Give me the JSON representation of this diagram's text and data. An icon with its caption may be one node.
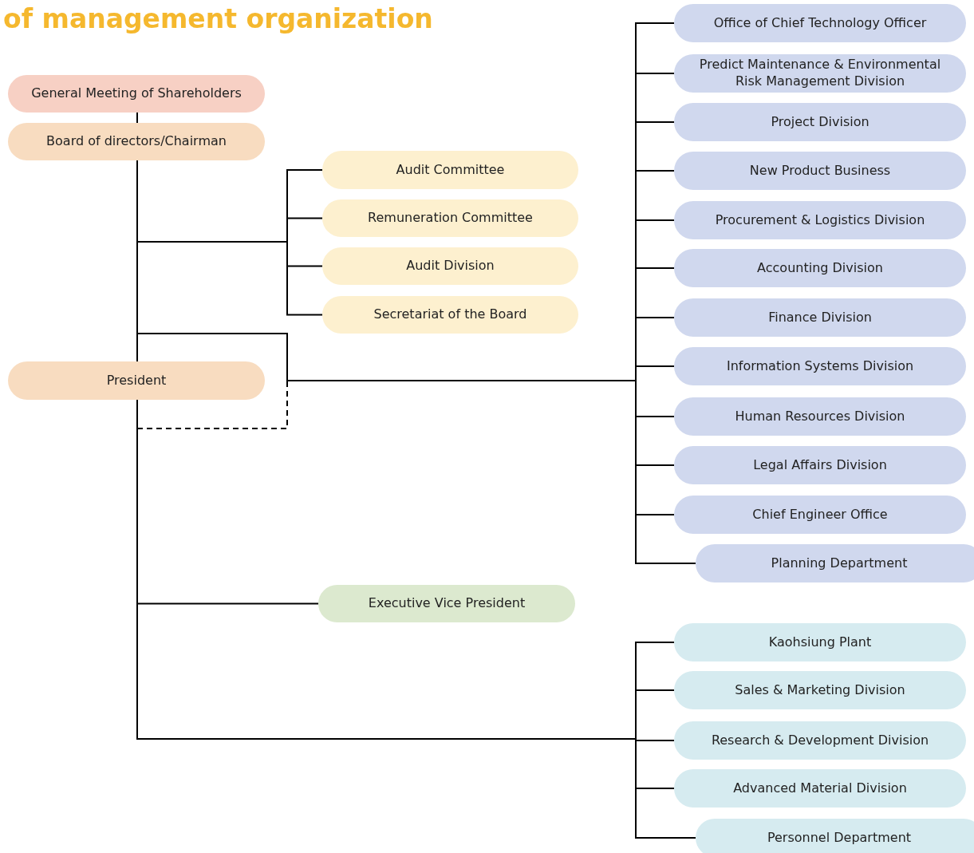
{
  "diagram": {
    "title": "of management organization",
    "nodes": [
      {
        "text": [
          "General Meeting of Shareholders"
        ]
      },
      {
        "text": [
          "Board of directors/Chairman"
        ]
      },
      {
        "text": [
          "Audit Committee"
        ]
      },
      {
        "text": [
          "Remuneration Committee"
        ]
      },
      {
        "text": [
          "Audit Division"
        ]
      },
      {
        "text": [
          "Secretariat of the Board"
        ]
      },
      {
        "text": [
          "President"
        ]
      },
      {
        "text": [
          "Office of Chief Technology Officer"
        ]
      },
      {
        "text": [
          "Predict Maintenance & Environmental Risk Management Division"
        ]
      },
      {
        "text": [
          "Project Division"
        ]
      },
      {
        "text": [
          "New Product Business"
        ]
      },
      {
        "text": [
          "Procurement & Logistics Division"
        ]
      },
      {
        "text": [
          "Accounting Division"
        ]
      },
      {
        "text": [
          "Finance Division"
        ]
      },
      {
        "text": [
          "Information Systems Division"
        ]
      },
      {
        "text": [
          "Human Resources Division"
        ]
      },
      {
        "text": [
          "Legal Affairs Division"
        ]
      },
      {
        "text": [
          "Chief Engineer Office"
        ]
      },
      {
        "text": [
          "Planning Department"
        ]
      },
      {
        "text": [
          "Executive Vice President"
        ]
      },
      {
        "text": [
          "Kaohsiung Plant"
        ]
      },
      {
        "text": [
          "Sales & Marketing Division"
        ]
      },
      {
        "text": [
          "Research & Development Division"
        ]
      },
      {
        "text": [
          "Advanced Material Division"
        ]
      },
      {
        "text": [
          "Personnel Department"
        ]
      }
    ],
    "edges": [
      {
        "from": 0,
        "to": 1,
        "arrow": "none"
      },
      {
        "from": 1,
        "to": 2,
        "arrow": "none"
      },
      {
        "from": 1,
        "to": 3,
        "arrow": "none"
      },
      {
        "from": 1,
        "to": 4,
        "arrow": "none"
      },
      {
        "from": 1,
        "to": 5,
        "arrow": "none"
      },
      {
        "from": 1,
        "to": 6,
        "arrow": "none"
      },
      {
        "from": 1,
        "to": 7,
        "arrow": "none"
      },
      {
        "from": 1,
        "to": 8,
        "arrow": "none"
      },
      {
        "from": 1,
        "to": 9,
        "arrow": "none"
      },
      {
        "from": 1,
        "to": 10,
        "arrow": "none"
      },
      {
        "from": 1,
        "to": 11,
        "arrow": "none"
      },
      {
        "from": 1,
        "to": 12,
        "arrow": "none"
      },
      {
        "from": 1,
        "to": 13,
        "arrow": "none"
      },
      {
        "from": 1,
        "to": 14,
        "arrow": "none"
      },
      {
        "from": 1,
        "to": 15,
        "arrow": "none"
      },
      {
        "from": 1,
        "to": 16,
        "arrow": "none"
      },
      {
        "from": 1,
        "to": 17,
        "arrow": "none"
      },
      {
        "from": 1,
        "to": 18,
        "arrow": "none"
      },
      {
        "from": 6,
        "to": 7,
        "arrow": "none",
        "style": "dashed"
      },
      {
        "from": 6,
        "to": 8,
        "arrow": "none",
        "style": "dashed"
      },
      {
        "from": 6,
        "to": 9,
        "arrow": "none",
        "style": "dashed"
      },
      {
        "from": 6,
        "to": 10,
        "arrow": "none",
        "style": "dashed"
      },
      {
        "from": 6,
        "to": 11,
        "arrow": "none",
        "style": "dashed"
      },
      {
        "from": 6,
        "to": 12,
        "arrow": "none",
        "style": "dashed"
      },
      {
        "from": 6,
        "to": 13,
        "arrow": "none",
        "style": "dashed"
      },
      {
        "from": 6,
        "to": 14,
        "arrow": "none",
        "style": "dashed"
      },
      {
        "from": 6,
        "to": 15,
        "arrow": "none",
        "style": "dashed"
      },
      {
        "from": 6,
        "to": 16,
        "arrow": "none",
        "style": "dashed"
      },
      {
        "from": 6,
        "to": 17,
        "arrow": "none",
        "style": "dashed"
      },
      {
        "from": 6,
        "to": 18,
        "arrow": "none",
        "style": "dashed"
      },
      {
        "from": 6,
        "to": 19,
        "arrow": "none"
      },
      {
        "from": 6,
        "to": 20,
        "arrow": "none"
      },
      {
        "from": 6,
        "to": 21,
        "arrow": "none"
      },
      {
        "from": 6,
        "to": 22,
        "arrow": "none"
      },
      {
        "from": 6,
        "to": 23,
        "arrow": "none"
      },
      {
        "from": 6,
        "to": 24,
        "arrow": "none"
      }
    ]
  }
}
